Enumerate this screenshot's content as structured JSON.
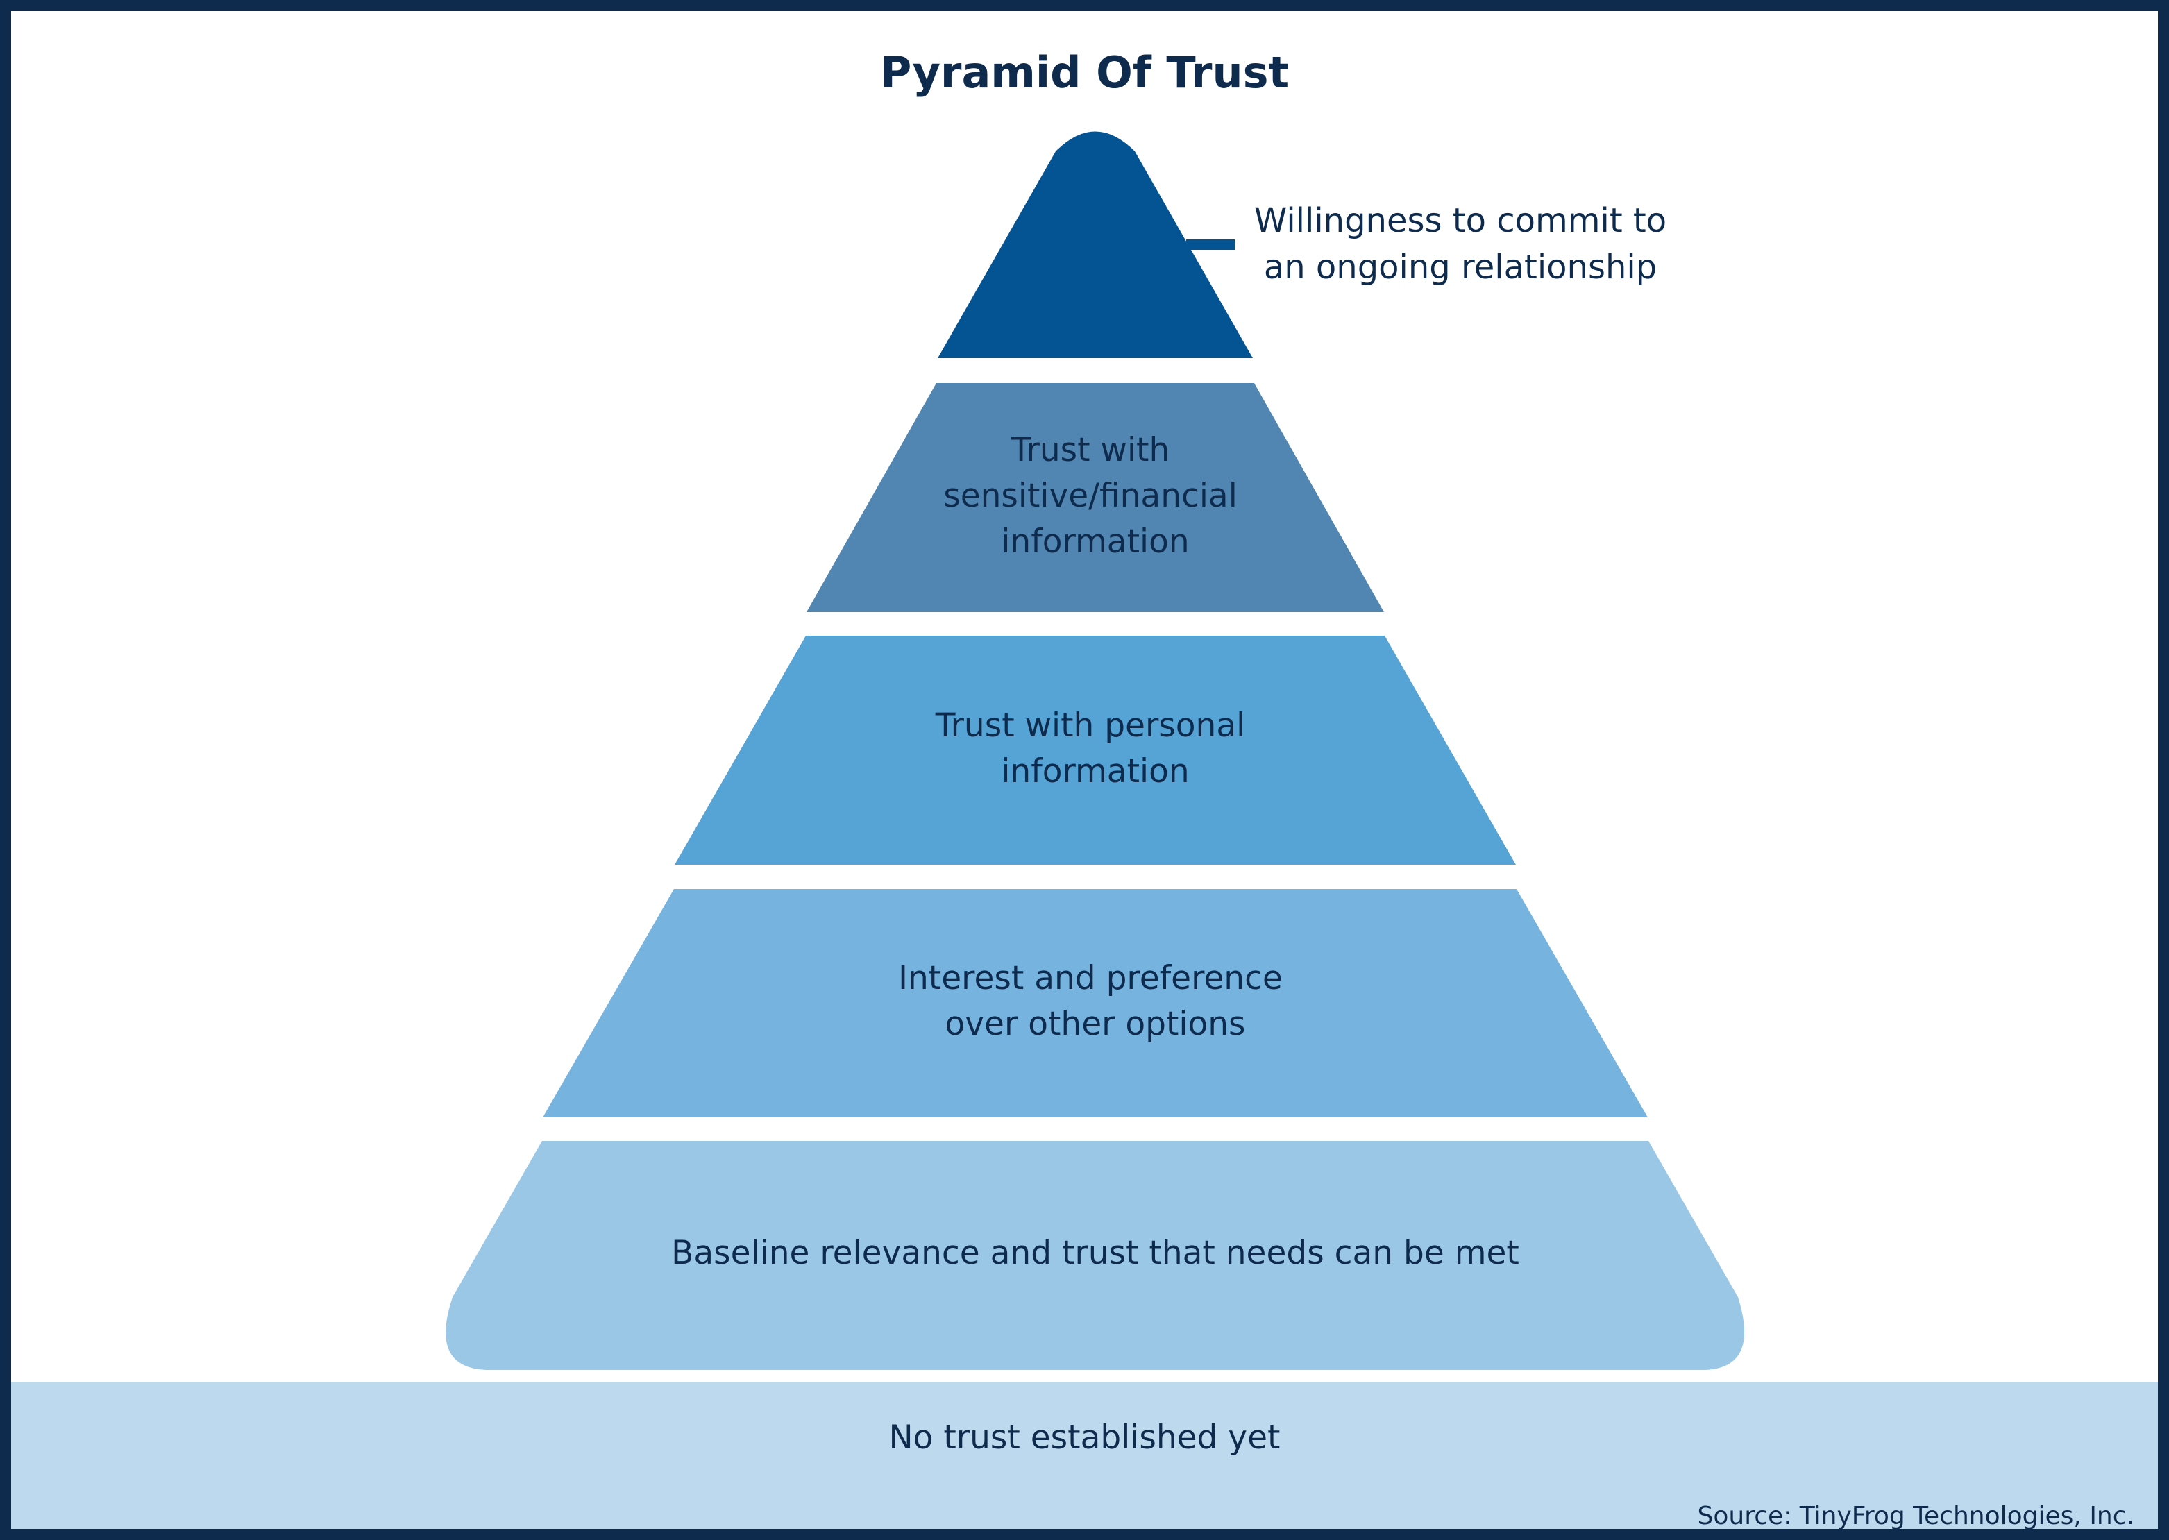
{
  "title": "Pyramid Of Trust",
  "levels": [
    {
      "lines": [
        "Willingness to commit to",
        "an ongoing relationship"
      ],
      "color": "#045494"
    },
    {
      "lines": [
        "Trust with",
        "sensitive/financial",
        "information"
      ],
      "color": "#5186b2"
    },
    {
      "lines": [
        "Trust with personal",
        "information"
      ],
      "color": "#56a3d6"
    },
    {
      "lines": [
        "Interest and preference",
        "over other options"
      ],
      "color": "#77b3df"
    },
    {
      "lines": [
        "Baseline relevance and trust that needs can be met"
      ],
      "color": "#9bc7e7"
    }
  ],
  "base": {
    "label": "No trust established yet",
    "color": "#bcd9ee"
  },
  "source": "Source: TinyFrog Technologies, Inc.",
  "colors": {
    "text": "#0e2a4c",
    "border": "#0e2a4c"
  }
}
